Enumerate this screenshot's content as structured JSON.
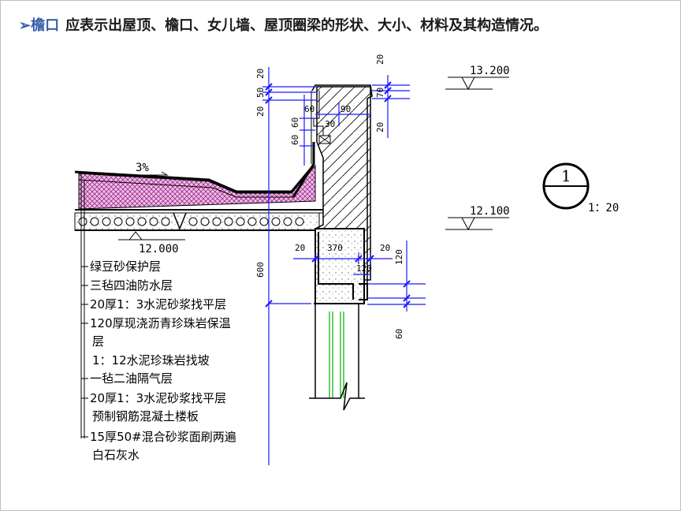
{
  "title": {
    "arrow": "➢",
    "keyword": "檐口",
    "text": "应表示出屋顶、檐口、女儿墙、屋顶圈梁的形状、大小、材料及其构造情况。"
  },
  "elevations": {
    "top": "13.200",
    "middle": "12.100",
    "slab": "12.000"
  },
  "slope": "3%",
  "detail": {
    "number": "1",
    "scale": "1：20"
  },
  "dimensions": {
    "d20a": "20",
    "d50": "50",
    "d20b": "20",
    "d60a": "60",
    "d90": "90",
    "d30": "30",
    "d60v": "60",
    "d60v2": "60",
    "d20r": "20",
    "d70": "70",
    "d20r2": "20",
    "d600": "600",
    "d20l": "20",
    "d370": "370",
    "d20rr": "20",
    "d120h": "120",
    "d120v": "120",
    "d60b": "60"
  },
  "layers": [
    "绿豆砂保护层",
    "三毡四油防水层",
    "20厚1：3水泥砂浆找平层",
    "120厚现浇沥青珍珠岩保温",
    "层",
    "1：12水泥珍珠岩找坡",
    "一毡二油隔气层",
    "20厚1：3水泥砂浆找平层",
    "预制钢筋混凝土楼板",
    "15厚50#混合砂浆面刷两遍",
    "白石灰水"
  ]
}
